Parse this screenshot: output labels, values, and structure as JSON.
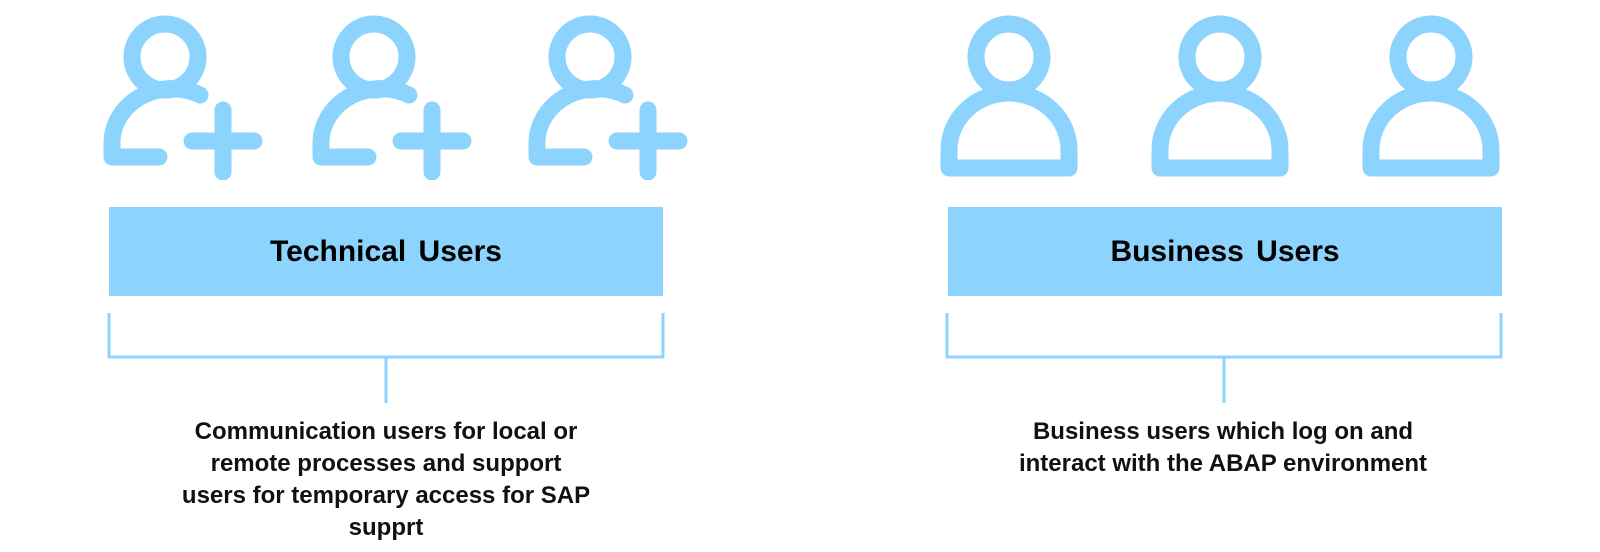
{
  "accent_color": "#8cd3fd",
  "technical": {
    "icons": [
      "add-user-icon",
      "add-user-icon",
      "add-user-icon"
    ],
    "title": "Technical Users",
    "description": "Communication users for local or\nremote processes and support\nusers for temporary access for SAP\nsupprt"
  },
  "business": {
    "icons": [
      "user-icon",
      "user-icon",
      "user-icon"
    ],
    "title": "Business Users",
    "description": "Business users which log on and\ninteract with the ABAP environment"
  }
}
